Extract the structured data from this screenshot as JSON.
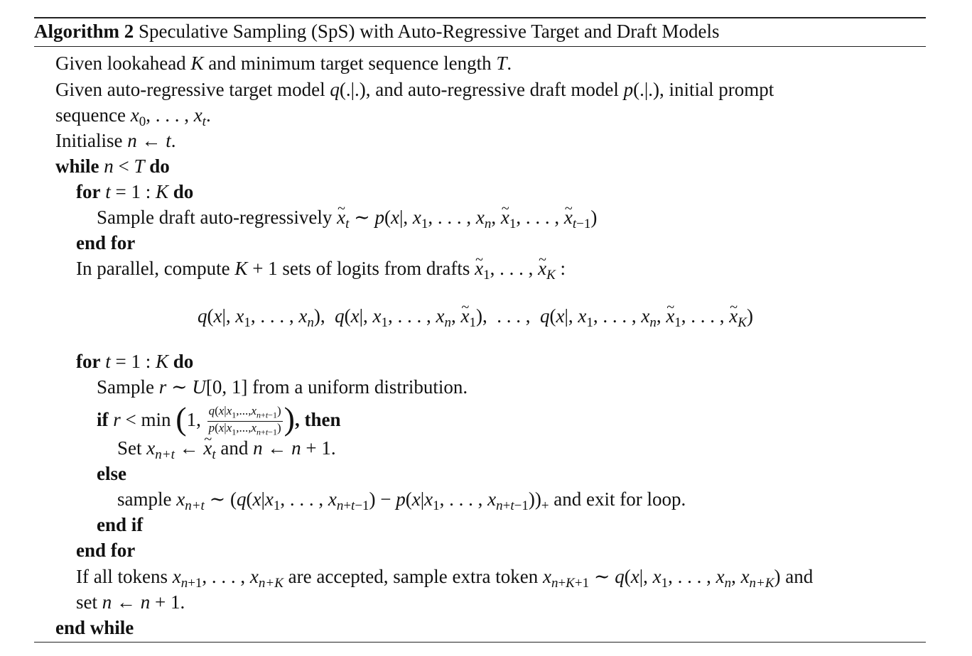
{
  "algorithm": {
    "label": "Algorithm 2",
    "title": "Speculative Sampling (SpS) with Auto-Regressive Target and Draft Models"
  },
  "text": {
    "given1_a": "Given lookahead",
    "given1_b": "and minimum target sequence length",
    "given2_a": "Given auto-regressive target model",
    "given2_b": ", and auto-regressive draft model",
    "given2_c": ", initial prompt",
    "given2_d": "sequence",
    "init": "Initialise",
    "sample_draft": "Sample draft auto-regressively",
    "parallel": "In parallel, compute",
    "parallel_b": "sets of logits from drafts",
    "sample_r_b": "from a uniform distribution.",
    "set_word": "Set",
    "and_word": "and",
    "sample_word": "sample",
    "exit_loop": "and exit for loop.",
    "if_all": "If all tokens",
    "accepted": "are accepted, sample extra token",
    "and_end": "and",
    "set_n": "set"
  },
  "keywords": {
    "while": "while",
    "do": "do",
    "for": "for",
    "end_for": "end for",
    "if": "if",
    "then": ", then",
    "else": "else",
    "end_if": "end if",
    "end_while": "end while"
  }
}
